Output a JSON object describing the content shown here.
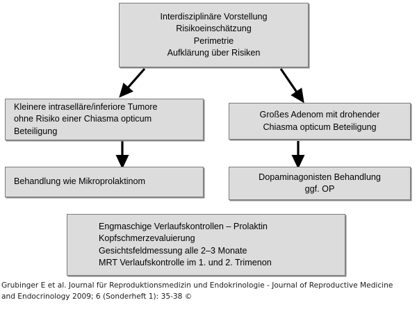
{
  "diagram": {
    "type": "flowchart",
    "nodes": {
      "top": {
        "label": "Interdisziplinäre Vorstellung\nRisikoeinschätzung\nPerimetrie\nAufklärung über Risiken"
      },
      "left_1": {
        "label": "Kleinere intraselläre/inferiore Tumore\nohne Risiko einer Chiasma opticum\nBeteiligung"
      },
      "right_1": {
        "label": "Großes Adenom mit  drohender\nChiasma opticum Beteiligung"
      },
      "left_2": {
        "label": "Behandlung wie Mikroprolaktinom"
      },
      "right_2": {
        "label": "Dopaminagonisten Behandlung\nggf. OP"
      },
      "bottom": {
        "label": "Engmaschige Verlaufskontrollen – Prolaktin\nKopfschmerzevaluierung\nGesichtsfeldmessung alle 2–3 Monate\nMRT Verlaufskontrolle im 1. und 2. Trimenon"
      }
    },
    "colors": {
      "node_fill": "#dcdcdc",
      "node_border": "#7a7a7a",
      "arrow": "#000000",
      "background": "#ffffff",
      "text": "#000000"
    }
  },
  "citation": {
    "text": "Grubinger E et al. Journal für Reproduktionsmedizin und Endokrinologie - Journal of Reproductive Medicine\nand Endocrinology 2009; 6 (Sonderheft 1): 35-38 ©"
  }
}
